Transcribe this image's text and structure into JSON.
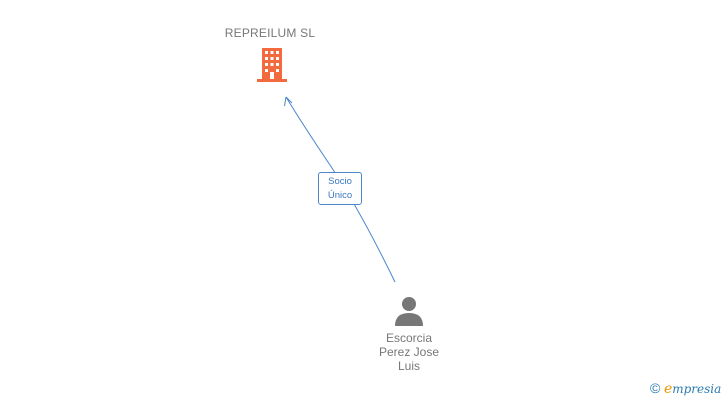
{
  "company": {
    "name": "REPREILUM SL",
    "icon": "building-icon",
    "color": "#f26a3d"
  },
  "relation": {
    "line1": "Socio",
    "line2": "Único",
    "color": "#4a86c8"
  },
  "person": {
    "name_line1": "Escorcia",
    "name_line2": "Perez Jose",
    "name_line3": "Luis",
    "icon": "person-icon",
    "color": "#777777"
  },
  "brand": {
    "copyright": "©",
    "e": "e",
    "rest": "mpresia"
  }
}
